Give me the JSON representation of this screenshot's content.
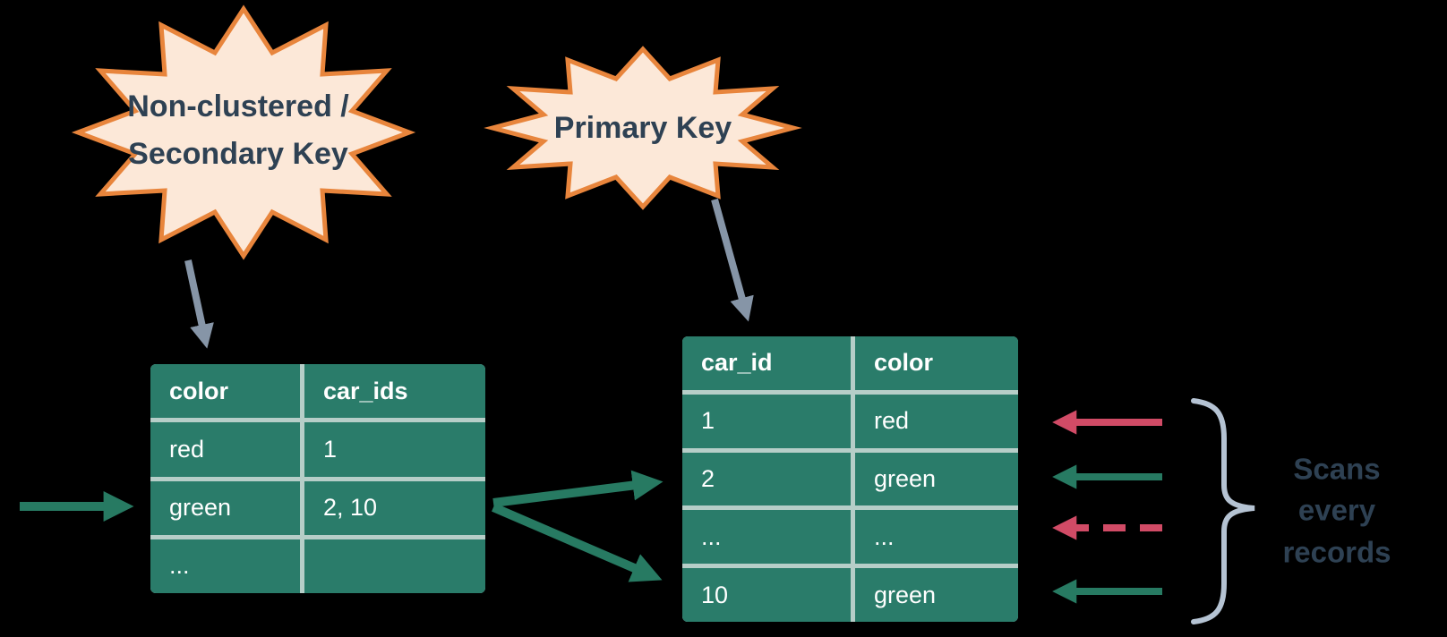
{
  "colors": {
    "background": "#000000",
    "table-fill": "#2A7C6A",
    "table-divider": "#B6CEC8",
    "table-text": "#FFFFFF",
    "arrow-green": "#277A62",
    "arrow-red": "#D14B66",
    "arrow-slate": "#8695A7",
    "brace": "#B5C3D3",
    "ink": "#2E4153",
    "badge-fill": "#FCE8D8",
    "badge-border": "#E8853C"
  },
  "badges": {
    "secondary": {
      "line1": "Non-clustered /",
      "line2": "Secondary Key"
    },
    "primary": {
      "label": "Primary Key"
    }
  },
  "secondary_index_table": {
    "headers": [
      "color",
      "car_ids"
    ],
    "rows": [
      [
        "red",
        "1"
      ],
      [
        "green",
        "2, 10"
      ],
      [
        "...",
        ""
      ]
    ]
  },
  "primary_table": {
    "headers": [
      "car_id",
      "color"
    ],
    "rows": [
      [
        "1",
        "red"
      ],
      [
        "2",
        "green"
      ],
      [
        "...",
        "..."
      ],
      [
        "10",
        "green"
      ]
    ]
  },
  "scan_annotation": {
    "label_lines": [
      "Scans",
      "every",
      "records"
    ],
    "arrows": [
      {
        "target_row": "1 / red",
        "color": "#D14B66",
        "style": "solid"
      },
      {
        "target_row": "2 / green",
        "color": "#277A62",
        "style": "solid"
      },
      {
        "target_row": "... / ...",
        "color": "#D14B66",
        "style": "dashed"
      },
      {
        "target_row": "10 / green",
        "color": "#277A62",
        "style": "solid"
      }
    ]
  }
}
